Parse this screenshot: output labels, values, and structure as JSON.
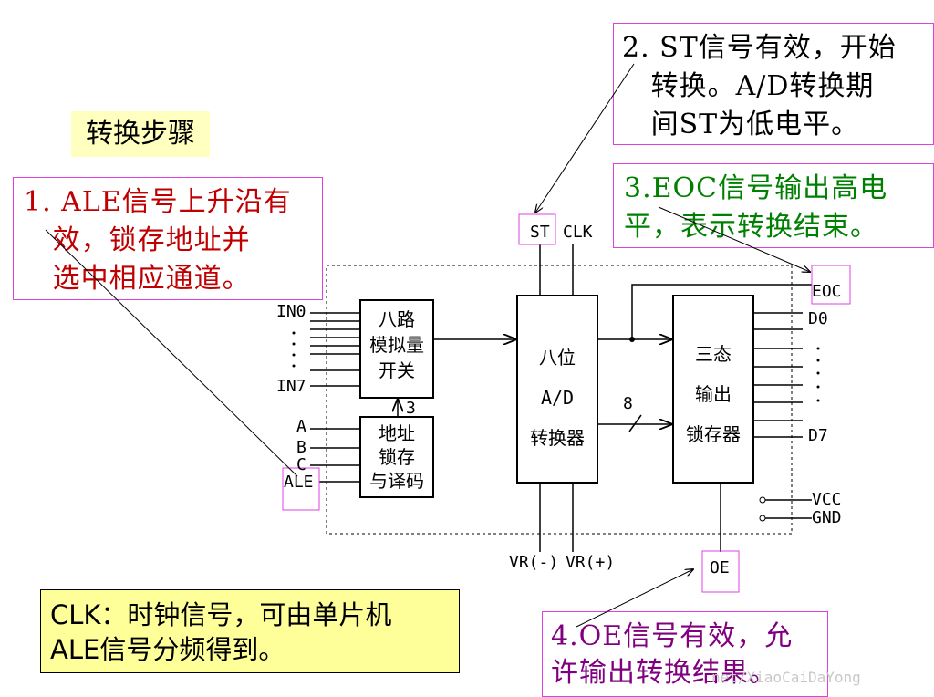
{
  "title": "转换步骤",
  "notes": {
    "step1": [
      "1. ALE信号上升沿有",
      "   效，锁存地址并",
      "   选中相应通道。"
    ],
    "step2": [
      "2. ST信号有效，开始",
      "   转换。A/D转换期",
      "   间ST为低电平。"
    ],
    "step3": [
      "3.EOC信号输出高电",
      "平，表示转换结束。"
    ],
    "step4": [
      "4.OE信号有效，允",
      "许输出转换结果。"
    ],
    "clk": [
      "CLK：时钟信号，可由单片机",
      "ALE信号分频得到。"
    ]
  },
  "blocks": {
    "mux": [
      "八路",
      "模拟量",
      "开关"
    ],
    "addr": [
      "地址",
      "锁存",
      "与译码"
    ],
    "adc": [
      "八位",
      "A/D",
      "转换器"
    ],
    "latch": [
      "三态",
      "输出",
      "锁存器"
    ]
  },
  "pins": {
    "in0": "IN0",
    "in7": "IN7",
    "a": "A",
    "b": "B",
    "c": "C",
    "ale": "ALE",
    "st": "ST",
    "clk": "CLK",
    "eoc": "EOC",
    "d0": "D0",
    "d7": "D7",
    "vcc": "VCC",
    "gnd": "GND",
    "vrm": "VR(-)",
    "vrp": "VR(+)",
    "oe": "OE",
    "bus3": "3",
    "bus8": "8"
  },
  "watermark": "net/XiaoCaiDaYong",
  "colors": {
    "note_border": "#e040e0",
    "red_text": "#c00000",
    "green_text": "#008000",
    "purple_text": "#800080",
    "title_bg": "#ffffc0",
    "clk_bg": "#ffff99"
  }
}
